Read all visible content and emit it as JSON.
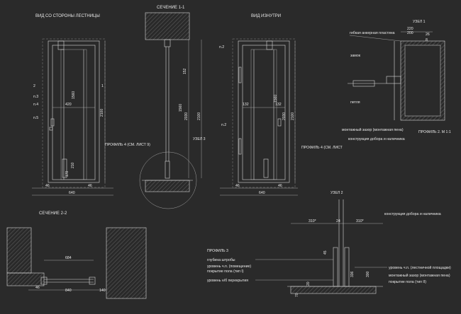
{
  "titles": {
    "stairs_view": "ВИД СО СТОРОНЫ ЛЕСТНИЦЫ",
    "section_1": "СЕЧЕНИЕ 1-1",
    "inside_view": "ВИД ИЗНУТРИ",
    "node_1": "УЗЕЛ 1",
    "section_2": "СЕЧЕНИЕ 2-2",
    "node_2": "УЗЕЛ 2",
    "node_3": "УЗЕЛ 3"
  },
  "labels": {
    "facing_plate": "гибкая анкерная пластина",
    "lock": "замок",
    "hinge": "петля",
    "mount_gap": "монтажный зазор (монтажная пена)",
    "frame_construction": "конструкция добора и наличника",
    "profile2": "ПРОФИЛЬ 2. М 1:1",
    "profile4_left": "ПРОФИЛЬ 4 (СМ. ЛИСТ 9)",
    "profile4_right": "ПРОФИЛЬ 4 (СМ. ЛИСТ",
    "profile3": "ПРОФИЛЬ 3",
    "strobe_depth": "глубина штробы",
    "level_room": "уровень ч.п. (помещение)",
    "floor_cover": "покрытие пола (тип I)",
    "level_slab": "уровень н/б перекрытия",
    "level_landing": "уровень ч.п. (лестничной площадки)",
    "mount_gap2": "монтажный зазор (монтажная пена)",
    "floor_cover2": "покрытие пола (тип II)",
    "frame_construction2": "конструкция добора и наличника"
  },
  "marks": {
    "p2": "п.2",
    "p3": "п.3",
    "p4": "п.4",
    "p5": "п.5",
    "one": "1",
    "two": "2",
    "p2b": "п.2"
  },
  "dims": {
    "d46a": "46",
    "d640a": "640",
    "d46b": "46",
    "d420": "420",
    "d1560": "1560",
    "d2100a": "2100",
    "d210": "210",
    "d170": "170",
    "d1560b": "1560",
    "d2030": "2030",
    "d2100b": "2100",
    "d152": "152",
    "d46c": "46",
    "d640b": "640",
    "d46d": "46",
    "d132a": "132",
    "d132b": "132",
    "d1560c": "1560",
    "d2030b": "2030",
    "d2100c": "2100",
    "d220": "220",
    "d200": "200",
    "d26": "26",
    "d8": "8",
    "d684": "684",
    "d46e": "46",
    "d840": "840",
    "d140": "140",
    "d310a": "310*",
    "d24": "24",
    "d310b": "310*",
    "d336": "336",
    "d300": "300",
    "d45": "45",
    "d20": "20",
    "d70": "70"
  }
}
